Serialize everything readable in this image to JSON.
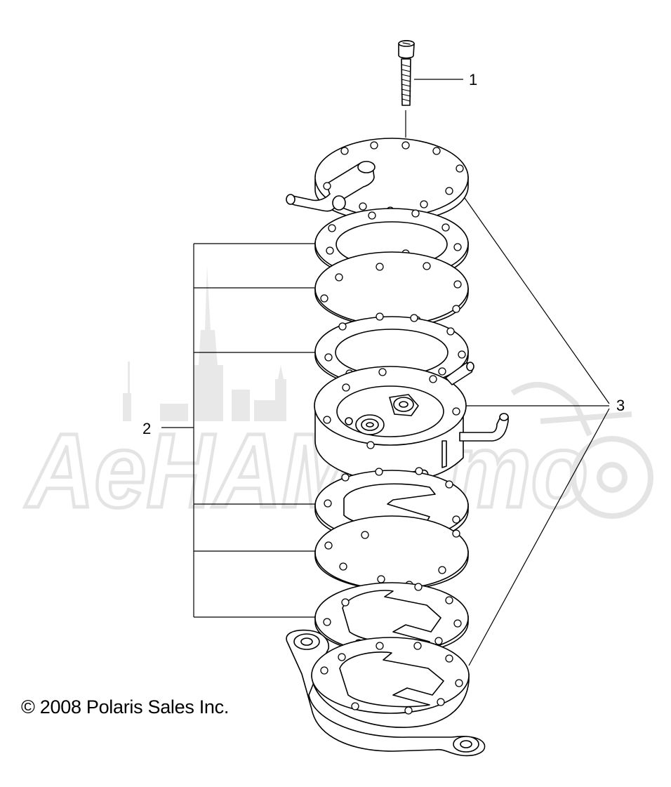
{
  "callouts": {
    "one": "1",
    "two": "2",
    "three": "3"
  },
  "copyright": "© 2008 Polaris Sales Inc.",
  "watermark": {
    "text": "AeHAMotmo"
  }
}
